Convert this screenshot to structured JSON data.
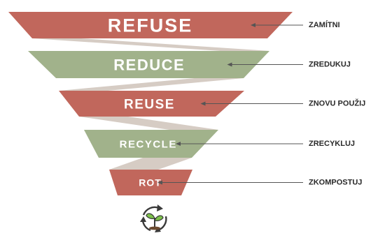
{
  "colors": {
    "red": "#c1675c",
    "green": "#a1b28b",
    "connector": "#d6ccc4",
    "text_dark": "#2a2a2a"
  },
  "tiers": [
    {
      "label": "REFUSE",
      "translation": "ZAMÍTNI",
      "color": "red"
    },
    {
      "label": "REDUCE",
      "translation": "ZREDUKUJ",
      "color": "green"
    },
    {
      "label": "REUSE",
      "translation": "ZNOVU POUŽIJ",
      "color": "red"
    },
    {
      "label": "RECYCLE",
      "translation": "ZRECYKLUJ",
      "color": "green"
    },
    {
      "label": "ROT",
      "translation": "ZKOMPOSTUJ",
      "color": "red"
    }
  ],
  "icon": {
    "name": "recycle-seedling-icon"
  }
}
